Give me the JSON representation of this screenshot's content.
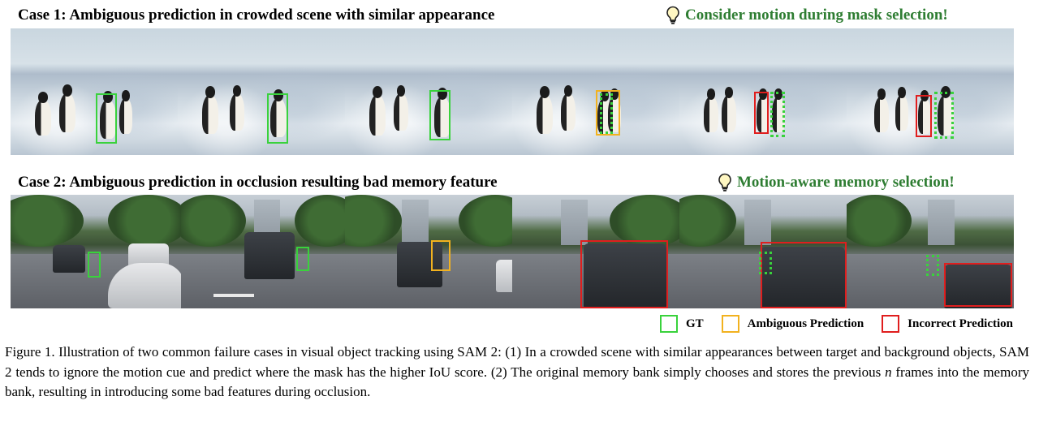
{
  "case1": {
    "title": "Case 1: Ambiguous prediction in crowded scene with similar appearance",
    "tip": "Consider motion during mask selection!"
  },
  "case2": {
    "title": "Case 2: Ambiguous prediction in occlusion resulting bad memory feature",
    "tip": "Motion-aware memory selection!"
  },
  "legend": {
    "gt": "GT",
    "ambiguous": "Ambiguous Prediction",
    "incorrect": "Incorrect Prediction"
  },
  "colors": {
    "gt": "#39d23c",
    "ambiguous": "#f2b21f",
    "incorrect": "#e01e1e",
    "tip": "#2e7d32"
  },
  "caption": {
    "label": "Figure 1.",
    "text_before_n": " Illustration of two common failure cases in visual object tracking using SAM 2: (1) In a crowded scene with similar appearances between target and background objects, SAM 2 tends to ignore the motion cue and predict where the mask has the higher IoU score. (2) The original memory bank simply chooses and stores the previous ",
    "n": "n",
    "text_after_n": " frames into the memory bank, resulting in introducing some bad features during occlusion."
  },
  "icons": [
    "lightbulb-icon"
  ]
}
